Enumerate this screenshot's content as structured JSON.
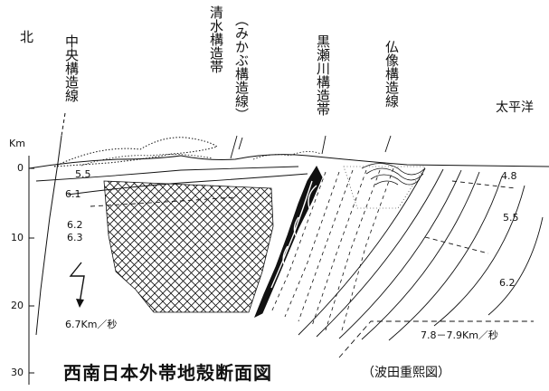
{
  "labels": {
    "north": "北",
    "pacific": "太平洋",
    "median_tectonic_line": "中央構造線",
    "kiyomizu_belt": "清水構造帯",
    "mikabu_line": "（みかぶ構造線）",
    "kurosegawa_belt": "黒瀬川構造帯",
    "butsuzo_line": "仏像構造線"
  },
  "axis": {
    "unit": "Km",
    "ticks": [
      "0",
      "10",
      "20",
      "30"
    ]
  },
  "velocities": {
    "v55_left": "5.5",
    "v61": "6.1",
    "v62_left": "6.2",
    "v63": "6.3",
    "v67": "6.7Km／秒",
    "v48": "4.8",
    "v55_right": "5.5",
    "v62_right": "6.2",
    "v78": "7.8－7.9Km／秒"
  },
  "title": "西南日本外帯地殻断面図",
  "attribution": "（波田重熙図）",
  "colors": {
    "ink": "#111111",
    "background": "#ffffff"
  }
}
